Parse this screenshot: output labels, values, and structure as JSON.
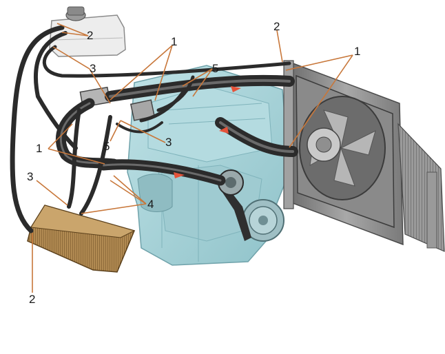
{
  "callouts": {
    "c1_top": "1",
    "c1_right": "1",
    "c1_left": "1",
    "c2_tank": "2",
    "c2_radiator": "2",
    "c2_heater": "2",
    "c3_tank": "3",
    "c3_center": "3",
    "c3_left": "3",
    "c4": "4",
    "c5_top": "5",
    "c5_left": "5"
  },
  "colors": {
    "engine": "#a9d3d9",
    "engine_dark": "#7fb3bb",
    "hose": "#2b2b2b",
    "hose_highlight": "#6a6a6a",
    "leader": "#c8773a",
    "flow_arrow": "#e4533a",
    "radiator": "#8f8f8f",
    "fan_shroud": "#7a7a7a",
    "tank": "#ececec"
  }
}
